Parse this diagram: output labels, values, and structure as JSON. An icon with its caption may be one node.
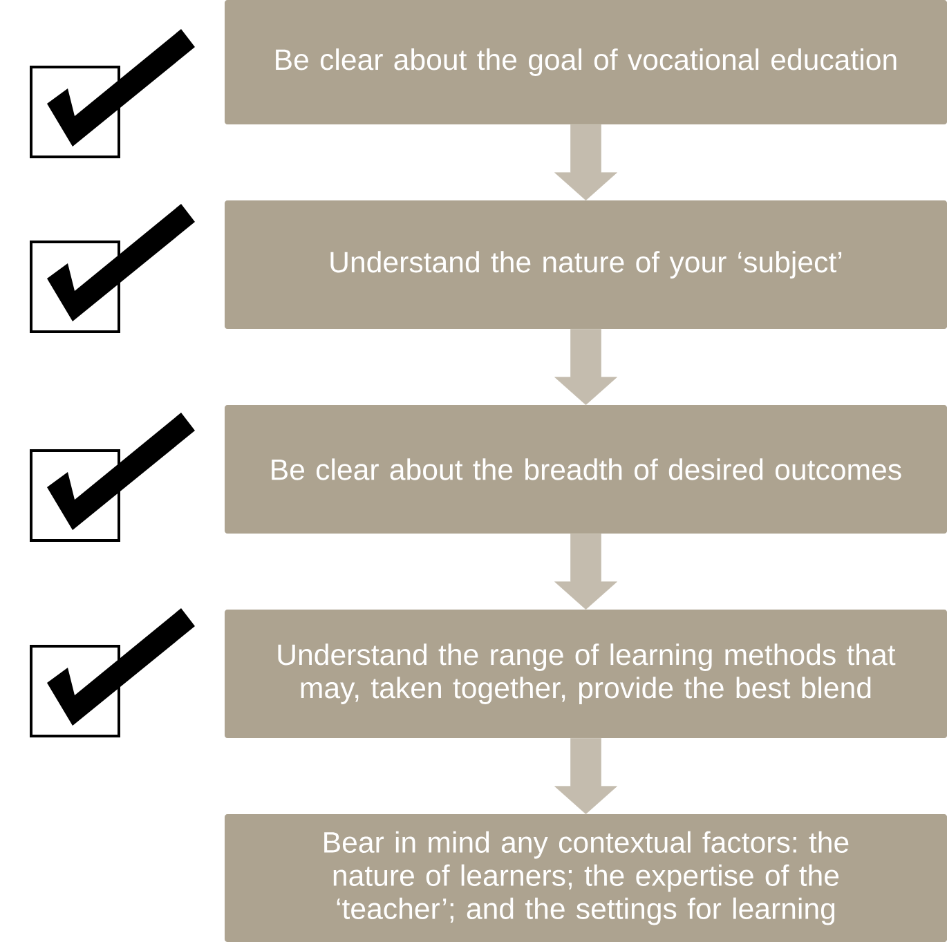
{
  "diagram": {
    "nodes": [
      {
        "text": [
          "Be clear about the goal of vocational education"
        ]
      },
      {
        "text": [
          "Understand the nature of your ‘subject’"
        ]
      },
      {
        "text": [
          "Be clear about the breadth of desired outcomes"
        ]
      },
      {
        "text": [
          "Understand the range of learning methods that may, taken together, provide the best blend"
        ]
      },
      {
        "text": [
          "Bear in mind any contextual factors: the nature of learners; the expertise of the ‘teacher’; and the settings for learning"
        ]
      }
    ],
    "edges": [
      {
        "from": 0,
        "to": 1,
        "arrow": "to"
      },
      {
        "from": 1,
        "to": 2,
        "arrow": "to"
      },
      {
        "from": 2,
        "to": 3,
        "arrow": "to"
      },
      {
        "from": 3,
        "to": 4,
        "arrow": "to"
      }
    ]
  }
}
